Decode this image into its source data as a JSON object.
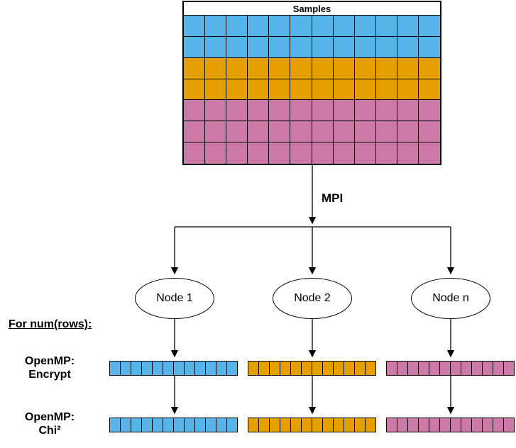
{
  "colors": {
    "blue": "#56B4E9",
    "orange": "#E69F00",
    "pink": "#CC79A7",
    "line": "#000000",
    "background": "#FFFFFF"
  },
  "samples_table": {
    "title": "Samples",
    "columns": 12,
    "row_colors": [
      "blue",
      "blue",
      "orange",
      "orange",
      "pink",
      "pink",
      "pink"
    ]
  },
  "mpi_label": "MPI",
  "nodes": [
    {
      "label": "Node 1",
      "color": "blue"
    },
    {
      "label": "Node 2",
      "color": "orange"
    },
    {
      "label": "Node n",
      "color": "pink"
    }
  ],
  "for_rows_label": "For num(rows):",
  "stage_labels": {
    "encrypt": {
      "line1": "OpenMP:",
      "line2": "Encrypt"
    },
    "chi": {
      "line1": "OpenMP:",
      "line2": "Chi²"
    }
  },
  "bars": {
    "cells_per_bar": 12,
    "stages": [
      "encrypt",
      "chi"
    ]
  }
}
